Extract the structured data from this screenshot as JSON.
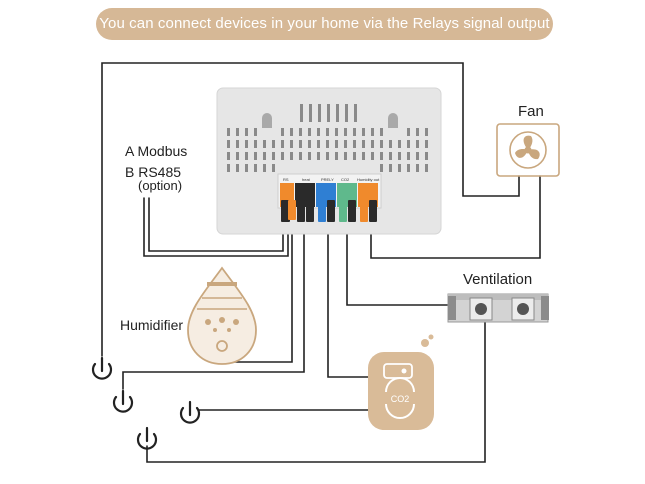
{
  "banner": {
    "text": "You can connect devices in your home via the Relays signal output"
  },
  "labels": {
    "modbus": "A Modbus",
    "rs485": "B RS485",
    "option": "(option)",
    "fan": "Fan",
    "ventilation": "Ventilation",
    "humidifier": "Humidifier",
    "co2": "CO2"
  },
  "terminals": {
    "group1": "RS",
    "group2": "heat",
    "group3": "PRELY",
    "group4": "CO2",
    "group5": "Humidity out"
  },
  "colors": {
    "banner": "#d6b896",
    "device_line": "#c9a77e",
    "device_fill_humidifier": "#f6ede2",
    "device_fill_co2": "#d9bb98",
    "terminal_orange": "#f08a2c",
    "terminal_blue": "#2f7fd3",
    "terminal_green": "#5fb98c",
    "terminal_black": "#2a2a2a",
    "wire": "#222222",
    "controller": "#e6e6e6"
  },
  "icons": [
    "fan-icon",
    "ventilation-unit-icon",
    "humidifier-icon",
    "co2-sensor-icon",
    "power-icon"
  ]
}
